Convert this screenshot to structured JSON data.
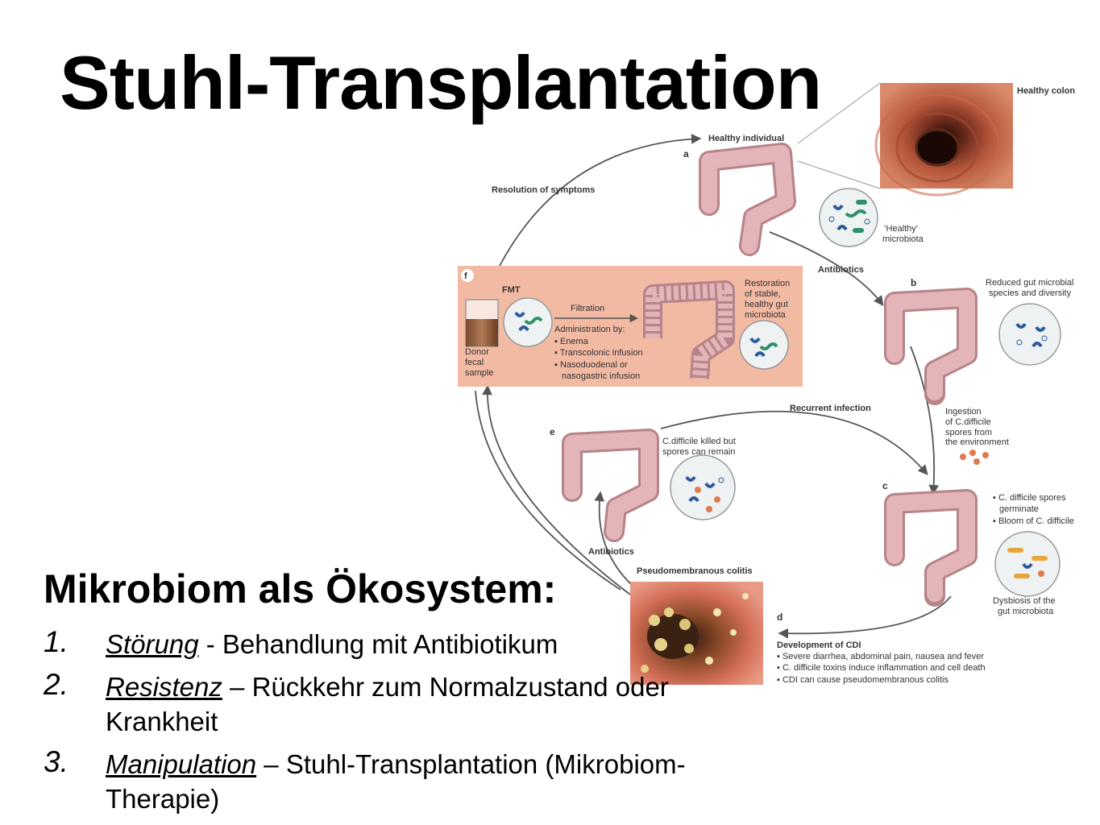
{
  "slide": {
    "title": "Stuhl-Transplantation",
    "subtitle": "Mikrobiom als Ökosystem:",
    "items": [
      {
        "num": "1.",
        "term": "Störung",
        "rest": " - Behandlung mit Antibiotikum"
      },
      {
        "num": "2.",
        "term": "Resistenz",
        "rest": " – Rückkehr zum Normalzustand oder Krankheit"
      },
      {
        "num": "3.",
        "term": "Manipulation",
        "rest": " – Stuhl-Transplantation (Mikrobiom-Therapie)"
      }
    ]
  },
  "diagram": {
    "labels": {
      "healthy_colon": "Healthy colon",
      "healthy_individual": "Healthy individual",
      "a": "a",
      "resolution": "Resolution of symptoms",
      "healthy_microbiota_1": "‘Healthy’",
      "healthy_microbiota_2": "microbiota",
      "antibiotics_1": "Antibiotics",
      "b": "b",
      "reduced_1": "Reduced gut microbial",
      "reduced_2": "species and diversity",
      "f": "f",
      "fmt": "FMT",
      "filtration": "Filtration",
      "restoration_1": "Restoration",
      "restoration_2": "of stable,",
      "restoration_3": "healthy gut",
      "restoration_4": "microbiota",
      "admin_title": "Administration by:",
      "admin_1": "▪ Enema",
      "admin_2": "▪ Transcolonic infusion",
      "admin_3": "▪ Nasoduodenal or",
      "admin_4": "nasogastric infusion",
      "donor_1": "Donor",
      "donor_2": "fecal",
      "donor_3": "sample",
      "recurrent": "Recurrent infection",
      "ingestion_1": "Ingestion",
      "ingestion_2": "of C.difficile",
      "ingestion_3": "spores from",
      "ingestion_4": "the environment",
      "e": "e",
      "killed_1": "C.difficile killed but",
      "killed_2": "spores can remain",
      "c": "c",
      "c_1": "▪ C. difficile spores",
      "c_2": "germinate",
      "c_3": "▪ Bloom of C. difficile",
      "antibiotics_2": "Antibiotics",
      "pseudo": "Pseudomembranous colitis",
      "dysbiosis_1": "Dysbiosis of the",
      "dysbiosis_2": "gut microbiota",
      "d": "d",
      "cdi_title": "Development of CDI",
      "cdi_1": "▪ Severe diarrhea, abdominal pain, nausea and fever",
      "cdi_2": "▪ C. difficile toxins induce inflammation and cell death",
      "cdi_3": "▪ CDI can cause pseudomembranous colitis"
    },
    "colors": {
      "fmt_panel": "#f2b9a3",
      "colon": "#e3b4b8",
      "colon_outline": "#b68489",
      "bacteria_blue": "#2b5a9b",
      "bacteria_green": "#2f8f6a",
      "spore_orange": "#e07a4f",
      "arrow": "#555555"
    }
  }
}
